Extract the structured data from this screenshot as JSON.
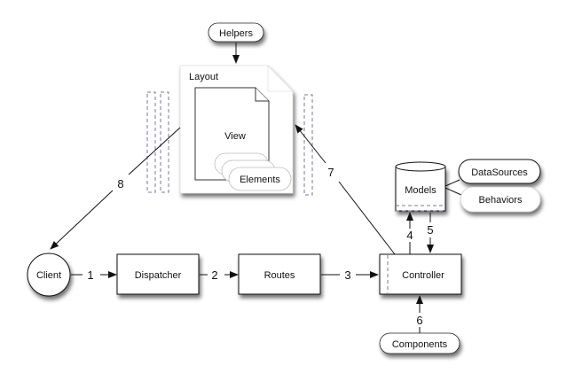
{
  "diagram": {
    "nodes": {
      "helpers": "Helpers",
      "layout": "Layout",
      "view": "View",
      "elements": "Elements",
      "client": "Client",
      "dispatcher": "Dispatcher",
      "routes": "Routes",
      "controller": "Controller",
      "models": "Models",
      "datasources": "DataSources",
      "behaviors": "Behaviors",
      "components": "Components"
    },
    "edges": {
      "e1": "1",
      "e2": "2",
      "e3": "3",
      "e4": "4",
      "e5": "5",
      "e6": "6",
      "e7": "7",
      "e8": "8"
    },
    "colors": {
      "stroke": "#111111",
      "dashed": "#7a74a8",
      "fill": "#ffffff"
    }
  }
}
